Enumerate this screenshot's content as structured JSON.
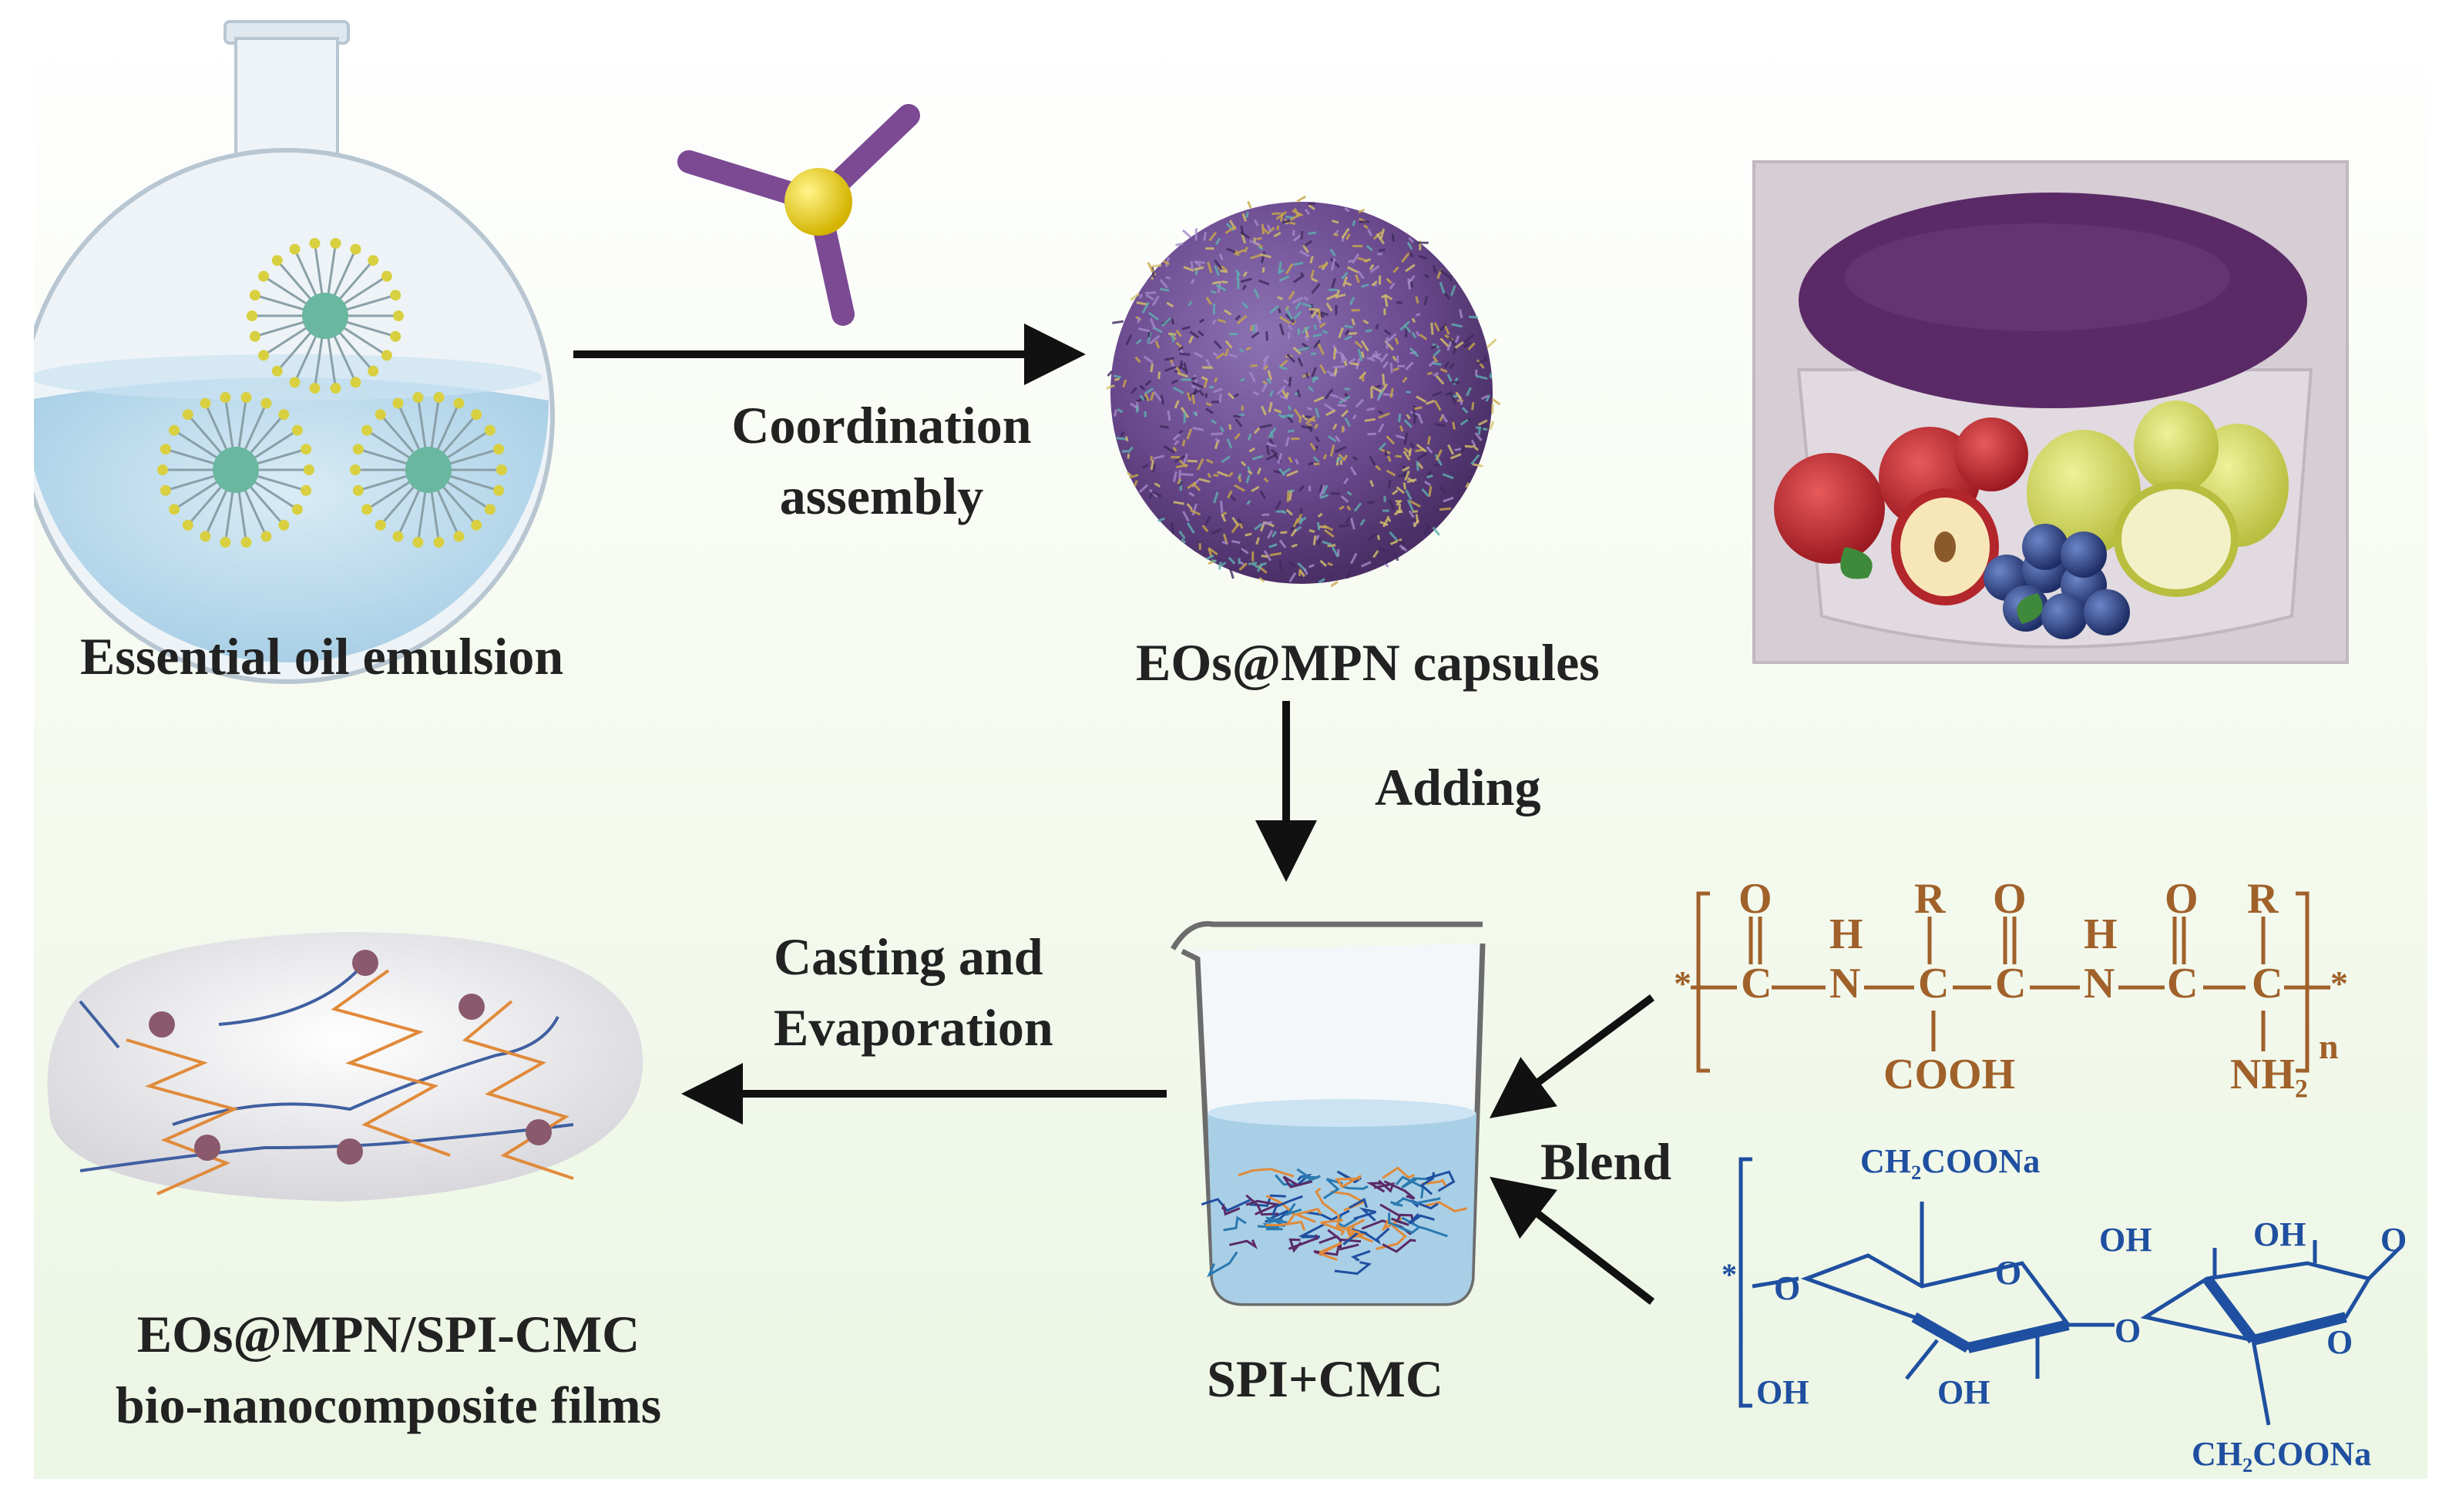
{
  "labels": {
    "emulsion": "Essential oil emulsion",
    "coordination_line1": "Coordination",
    "coordination_line2": "assembly",
    "capsules": "EOs@MPN capsules",
    "adding": "Adding",
    "casting_line1": "Casting and",
    "casting_line2": "Evaporation",
    "blend": "Blend",
    "beaker": "SPI+CMC",
    "films_line1": "EOs@MPN/SPI-CMC",
    "films_line2": "bio-nanocomposite films"
  },
  "spi_structure": {
    "O": "O",
    "R": "R",
    "H": "H",
    "C": "C",
    "N": "N",
    "COOH": "COOH",
    "NH2": "NH₂",
    "n": "n",
    "star": "*"
  },
  "cmc_structure": {
    "top_substituent": "CH₂COONa",
    "bottom_substituent": "CH₂COONa",
    "OH": "OH",
    "O": "O",
    "star": "*"
  },
  "colors": {
    "spi_brown": "#a0612a",
    "cmc_blue": "#1f4fa0",
    "film_purple": "#5a2a66",
    "capsule_purple": "#7b4a93",
    "emulsion_teal": "#6ab79f"
  }
}
